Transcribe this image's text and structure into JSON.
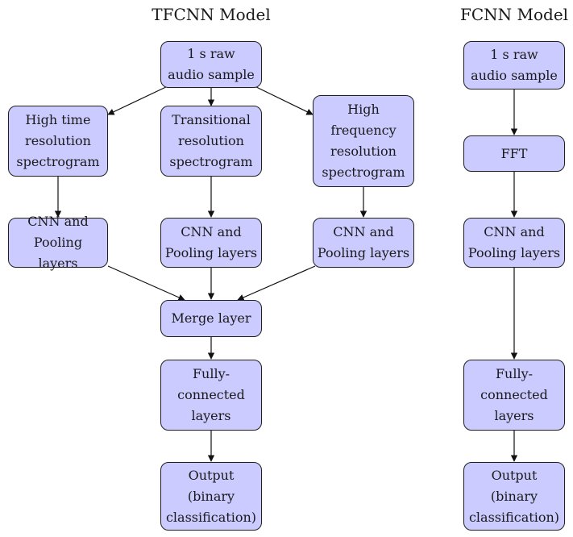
{
  "titles": {
    "left": "TFCNN Model",
    "right": "FCNN Model"
  },
  "nodes": {
    "tf_input": "1 s raw\naudio sample",
    "tf_high_time": "High time\nresolution\nspectrogram",
    "tf_transitional": "Transitional\nresolution\nspectrogram",
    "tf_high_freq": "High\nfrequency\nresolution\nspectrogram",
    "tf_cnn_1": "CNN and\nPooling layers",
    "tf_cnn_2": "CNN and\nPooling layers",
    "tf_cnn_3": "CNN and\nPooling layers",
    "tf_merge": "Merge layer",
    "tf_fc": "Fully-\nconnected\nlayers",
    "tf_output": "Output\n(binary\nclassification)",
    "fc_input": "1 s raw\naudio sample",
    "fc_fft": "FFT",
    "fc_cnn": "CNN and\nPooling layers",
    "fc_fc": "Fully-\nconnected\nlayers",
    "fc_output": "Output\n(binary\nclassification)"
  },
  "colors": {
    "node_fill": "#cbcbff",
    "node_border": "#1f1f1f",
    "edge": "#111111"
  }
}
